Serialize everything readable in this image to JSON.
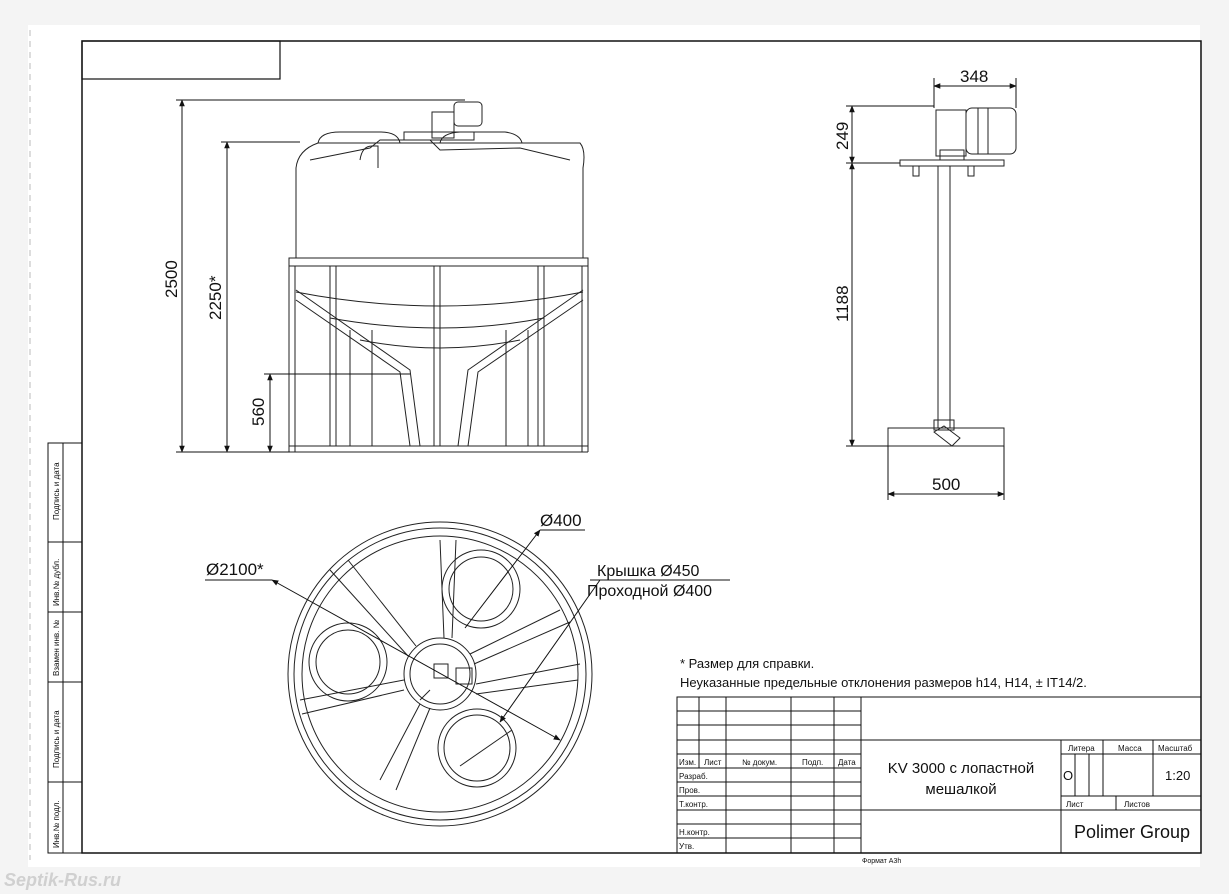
{
  "drawing": {
    "front_view": {
      "dim_total_height": "2500",
      "dim_tank_height": "2250*",
      "dim_frame_height": "560"
    },
    "side_view": {
      "dim_motor_width": "348",
      "dim_motor_height": "249",
      "dim_shaft_length": "1188",
      "dim_blade_width": "500"
    },
    "plan_view": {
      "dim_diameter": "Ø2100*",
      "dim_hatch_small": "Ø400",
      "lid_label": "Крышка Ø450",
      "pass_label": "Проходной Ø400"
    },
    "notes": {
      "note1": "* Размер для справки.",
      "note2": "Неуказанные предельные отклонения размеров h14, H14, ± IT14/2."
    }
  },
  "title_block": {
    "headers": {
      "izm": "Изм.",
      "list": "Лист",
      "doc": "№ докум.",
      "sign": "Подп.",
      "date": "Дата"
    },
    "roles": {
      "razrab": "Разраб.",
      "prov": "Пров.",
      "tkontr": "Т.контр.",
      "nkontr": "Н.контр.",
      "utv": "Утв."
    },
    "title_line1": "KV 3000 с лопастной",
    "title_line2": "мешалкой",
    "litera_label": "Литера",
    "massa_label": "Масса",
    "masshtab_label": "Масштаб",
    "litera_value": "О",
    "scale_value": "1:20",
    "list_label": "Лист",
    "listov_label": "Листов",
    "company": "Polimer Group",
    "format": "Формат А3h"
  },
  "side_stamp": {
    "podpis_data_1": "Подпись и дата",
    "inv_dubl": "Инв.№ дубл.",
    "vzam_inv": "Взамен инв. №",
    "podpis_data_2": "Подпись и дата",
    "inv_podl": "Инв.№ подл."
  },
  "watermark": "Septik-Rus.ru"
}
